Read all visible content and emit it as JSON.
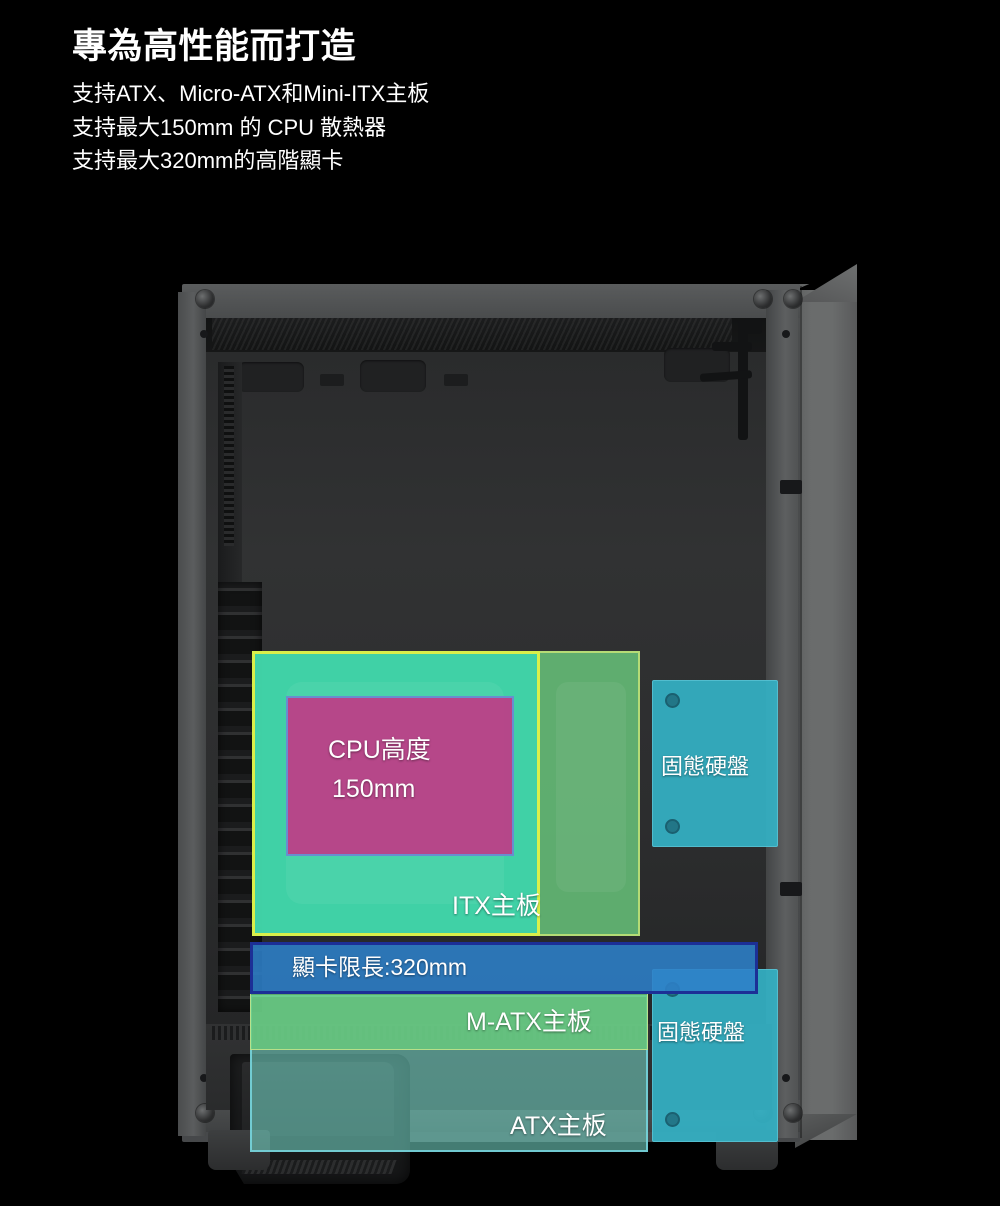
{
  "headline": {
    "title": "專為高性能而打造",
    "bullets": [
      "支持ATX、Micro-ATX和Mini-ITX主板",
      "支持最大150mm 的 CPU 散熱器",
      "支持最大320mm的高階顯卡"
    ]
  },
  "diagram": {
    "subject": "mid-tower-pc-case-interior",
    "overlays": {
      "cpu_cooler": {
        "label_line1": "CPU高度",
        "label_line2": "150mm",
        "fill_color": "#be3c87",
        "border_color": "#5f96d7"
      },
      "itx_board": {
        "label": "ITX主板",
        "fill_color": "#3ed4aa",
        "border_color": "#d9ef4a"
      },
      "matx_board": {
        "label": "M-ATX主板",
        "fill_color": "#69cd7d",
        "border_color": "#cde68c"
      },
      "atx_board": {
        "label": "ATX主板",
        "fill_color": "#6ec8b9",
        "border_color": "#78d7e1"
      },
      "gpu_clearance": {
        "label": "顯卡限長:320mm",
        "fill_color": "#2d80c8",
        "border_color": "#1c2f96"
      },
      "ssd_top": {
        "label": "固態硬盤",
        "fill_color": "#34b0c4"
      },
      "ssd_bottom": {
        "label": "固態硬盤",
        "fill_color": "#34b0c4"
      }
    },
    "chassis_colors": {
      "background": "#000000",
      "frame": "#4b4d4e",
      "panel": "#6a6c6c",
      "cavity": "#1a1b1c"
    }
  }
}
